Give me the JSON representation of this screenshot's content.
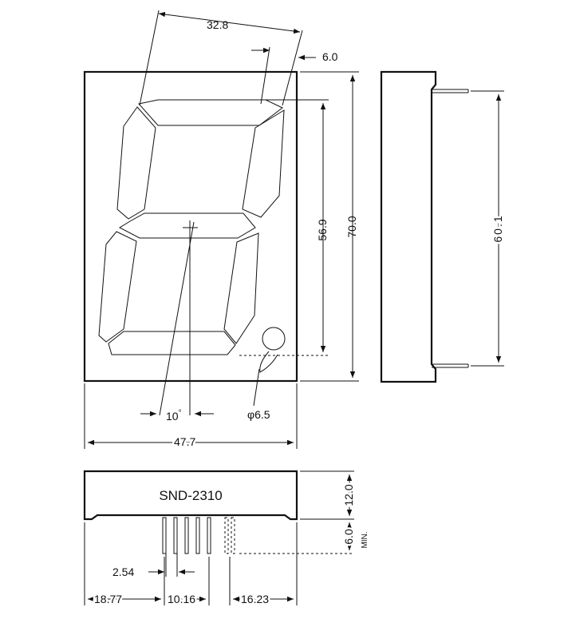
{
  "drawing": {
    "part_number": "SND-2310",
    "colors": {
      "ink": "#111111",
      "paper": "#ffffff"
    },
    "dimensions": {
      "segment_width": "32.8",
      "top_offset": "6.0",
      "digit_height": "56.9",
      "body_height": "70.0",
      "pin_span": "60.1",
      "slant_angle": "10",
      "slant_unit": "°",
      "dot_diameter": "φ6.5",
      "body_width": "47.7",
      "body_depth": "12.0",
      "pin_length": "6.0",
      "pin_length_note": "MIN.",
      "pin_pitch": "2.54",
      "left_offset": "18.77",
      "pin_group_width": "10.16",
      "right_offset": "16.23"
    }
  }
}
